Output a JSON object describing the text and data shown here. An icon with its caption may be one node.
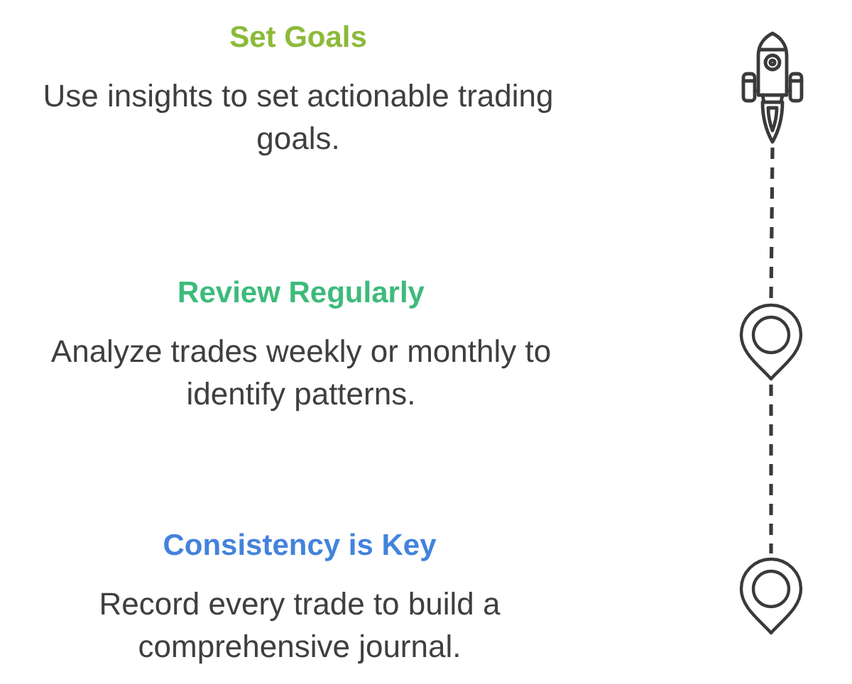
{
  "diagram": {
    "nodes": [
      {
        "text": [],
        "shape": "picture",
        "beside": [
          "Set Goals",
          "Use insights to set actionable trading goals."
        ]
      },
      {
        "text": [],
        "shape": "picture",
        "beside": [
          "Review Regularly",
          "Analyze trades weekly or monthly to identify patterns."
        ]
      },
      {
        "text": [],
        "shape": "picture",
        "beside": [
          "Consistency is Key",
          "Record every trade to build a comprehensive journal."
        ]
      }
    ],
    "edges": [
      {
        "from": 0,
        "to": 1,
        "arrow": "none",
        "style": "dashed"
      },
      {
        "from": 1,
        "to": 2,
        "arrow": "none",
        "style": "dashed"
      }
    ]
  }
}
